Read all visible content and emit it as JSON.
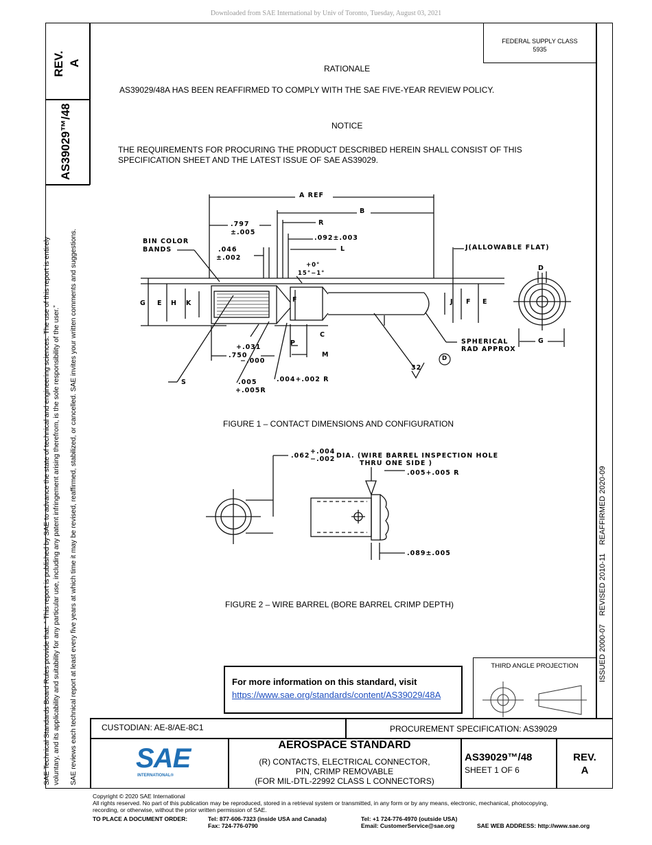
{
  "download_notice": "Downloaded from SAE International by Univ of Toronto, Tuesday, August 03, 2021",
  "federal_supply": {
    "line1": "FEDERAL SUPPLY CLASS",
    "line2": "5935"
  },
  "rev_tab": {
    "label": "REV.",
    "value": "A"
  },
  "doc_tab": "AS39029™/48",
  "side_text": {
    "line1": "SAE Technical Standards Board Rules provide that: “ This report is published by SAE to advance the state of technical and engineering sciences. The use of this report is entirely",
    "line2": "voluntary, and its applicability and suitability for any particular use, including any patent infringement arising therefrom, is the sole responsibility of the user.”",
    "line3": "SAE reviews each technical report at least every five years at which time it may be revised, reaffirmed, stabilized, or cancelled. SAE invites your written comments and suggestions."
  },
  "history": "ISSUED 2000-07    REVISED 2010-11    REAFFIRMED 2020-09",
  "rationale": {
    "heading": "RATIONALE",
    "text": "AS39029/48A HAS BEEN REAFFIRMED TO COMPLY WITH THE SAE FIVE-YEAR REVIEW POLICY."
  },
  "notice": {
    "heading": "NOTICE",
    "line1": "THE REQUIREMENTS FOR PROCURING THE PRODUCT DESCRIBED HEREIN SHALL CONSIST OF THIS",
    "line2": "SPECIFICATION SHEET AND THE LATEST ISSUE OF SAE AS39029."
  },
  "figure1": {
    "caption": "FIGURE 1 – CONTACT DIMENSIONS AND CONFIGURATION",
    "labels": {
      "a_ref": "A  REF",
      "b": "B",
      "r": "R",
      "d797": ".797",
      "tol797": "±.005",
      "d092": ".092±.003",
      "l": "L",
      "bin1": "BIN COLOR",
      "bin2": "BANDS",
      "d046": ".046",
      "tol046": "±.002",
      "angle1": "+0°",
      "angle2": "15°−1°",
      "j_flat": "J(ALLOWABLE FLAT)",
      "g": "G",
      "e": "E",
      "h": "H",
      "k": "K",
      "f": "F",
      "j": "J",
      "d": "D",
      "c": "C",
      "sph1": "SPHERICAL",
      "sph2": "RAD APPROX",
      "tp031": "+.031",
      "d750": ".750",
      "tm000": "−.000",
      "p": "P",
      "m": "M",
      "s": "S",
      "d005a": ".005",
      "d005b": "+.005R",
      "d004": ".004+.002 R",
      "finish": "32",
      "circ_d": "D",
      "g2": "G"
    }
  },
  "figure2": {
    "caption": "FIGURE 2 – WIRE BARREL (BORE BARREL CRIMP DEPTH)",
    "labels": {
      "d062": ".062",
      "tp004": "+.004",
      "tm002": "−.002",
      "dia1": "DIA. (WIRE BARREL INSPECTION HOLE",
      "dia2": "THRU ONE SIDE )",
      "d005r": ".005+.005 R",
      "d089": ".089±.005"
    }
  },
  "more_info": {
    "text": "For more information on this standard, visit",
    "link": "https://www.sae.org/standards/content/AS39029/48A"
  },
  "projection": "THIRD ANGLE PROJECTION",
  "custodian": "CUSTODIAN: AE-8/AE-8C1",
  "procurement": "PROCUREMENT SPECIFICATION: AS39029",
  "title_block": {
    "standard": "AEROSPACE STANDARD",
    "line1": "(R) CONTACTS, ELECTRICAL CONNECTOR,",
    "line2": "PIN, CRIMP REMOVABLE",
    "line3": "(FOR MIL-DTL-22992 CLASS L CONNECTORS)",
    "doc": "AS39029™/48",
    "sheet": "SHEET 1 OF 6",
    "rev_label": "REV.",
    "rev_value": "A"
  },
  "logo": {
    "text": "SAE",
    "sub": "INTERNATIONAL®",
    "color": "#1f6fb5"
  },
  "footer": {
    "copyright": "Copyright © 2020 SAE International",
    "rights1": "All rights reserved. No part of this publication may be reproduced, stored in a retrieval system or transmitted, in any form or by any means, electronic, mechanical, photocopying,",
    "rights2": "recording, or otherwise, without the prior written permission of SAE.",
    "order": "TO PLACE A DOCUMENT ORDER:",
    "tel_us": "Tel: 877-606-7323 (inside USA and Canada)",
    "fax": "Fax: 724-776-0790",
    "tel_out": "Tel: +1 724-776-4970 (outside USA)",
    "email": "Email: CustomerService@sae.org",
    "web": "SAE WEB ADDRESS: http://www.sae.org"
  }
}
